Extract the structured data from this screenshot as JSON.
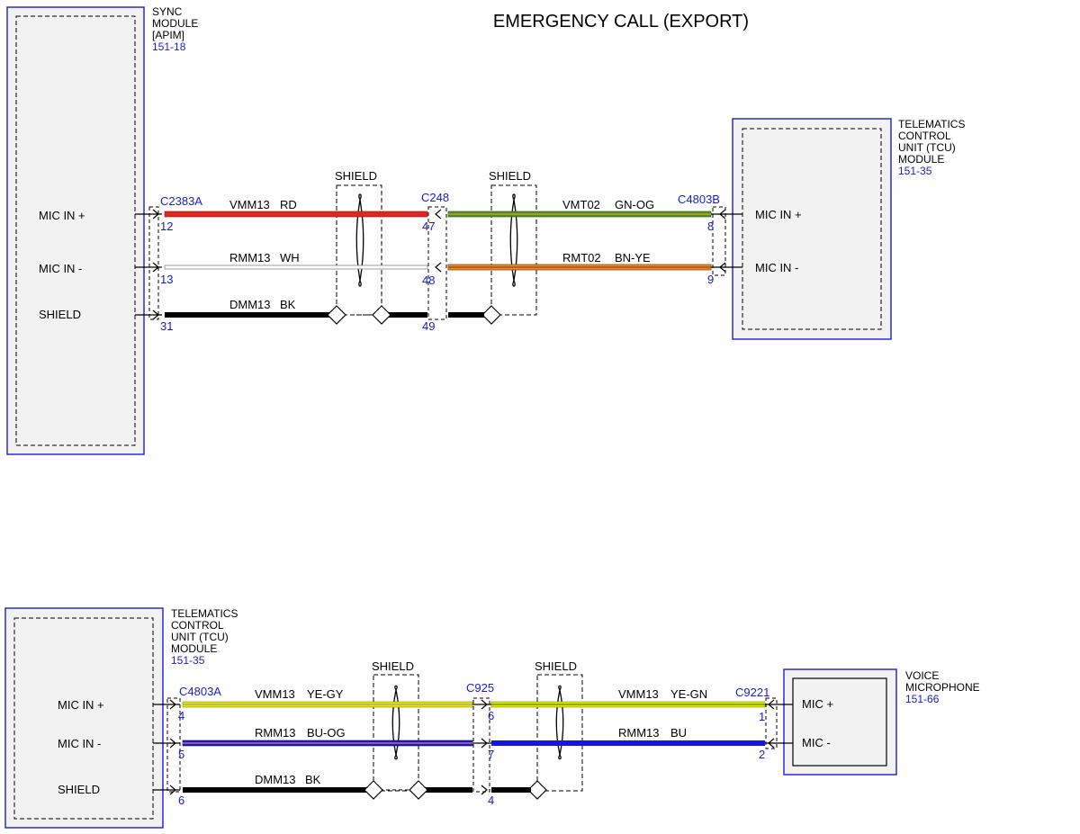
{
  "title": "EMERGENCY CALL (EXPORT)",
  "colors": {
    "module_border": "#2b2bdc",
    "module_fill": "#f2f2f2",
    "connector_text": "#1a1acc",
    "RD": "#e3261d",
    "WH": "#ffffff",
    "BK": "#000000",
    "GN": "#3f9a22",
    "OG": "#f08a1c",
    "BN": "#8b4a1c",
    "YE": "#e6e600",
    "GY": "#9e9e9e",
    "BU": "#1717e0"
  },
  "top": {
    "sync_module": {
      "name_lines": [
        "SYNC",
        "MODULE",
        "[APIM]"
      ],
      "ref": "151-18",
      "pins": [
        "MIC IN +",
        "MIC IN -",
        "SHIELD"
      ]
    },
    "tcu_module": {
      "name_lines": [
        "TELEMATICS",
        "CONTROL",
        "UNIT (TCU)",
        "MODULE"
      ],
      "ref": "151-35",
      "pins": [
        "MIC IN +",
        "MIC IN -"
      ]
    },
    "connectors": {
      "left": "C2383A",
      "middle": "C248",
      "right": "C4803B"
    },
    "shield_labels": [
      "SHIELD",
      "SHIELD"
    ],
    "wires_left": [
      {
        "circuit": "VMM13",
        "color": "RD",
        "pin_left": "12",
        "pin_right": "47"
      },
      {
        "circuit": "RMM13",
        "color": "WH",
        "pin_left": "13",
        "pin_right": "48"
      },
      {
        "circuit": "DMM13",
        "color": "BK",
        "pin_left": "31",
        "pin_right": "49"
      }
    ],
    "wires_right": [
      {
        "circuit": "VMT02",
        "color": "GN-OG",
        "pin_right": "8"
      },
      {
        "circuit": "RMT02",
        "color": "BN-YE",
        "pin_right": "9"
      }
    ]
  },
  "bottom": {
    "tcu_module": {
      "name_lines": [
        "TELEMATICS",
        "CONTROL",
        "UNIT (TCU)",
        "MODULE"
      ],
      "ref": "151-35",
      "pins": [
        "MIC IN +",
        "MIC IN -",
        "SHIELD"
      ]
    },
    "mic_module": {
      "name_lines": [
        "VOICE",
        "MICROPHONE"
      ],
      "ref": "151-66",
      "pins": [
        "MIC +",
        "MIC -"
      ]
    },
    "connectors": {
      "left": "C4803A",
      "middle": "C925",
      "right": "C9221"
    },
    "shield_labels": [
      "SHIELD",
      "SHIELD"
    ],
    "wires_left": [
      {
        "circuit": "VMM13",
        "color": "YE-GY",
        "pin_left": "4",
        "pin_right": "6"
      },
      {
        "circuit": "RMM13",
        "color": "BU-OG",
        "pin_left": "5",
        "pin_right": "7"
      },
      {
        "circuit": "DMM13",
        "color": "BK",
        "pin_left": "6",
        "pin_right": "4"
      }
    ],
    "wires_right": [
      {
        "circuit": "VMM13",
        "color": "YE-GN",
        "pin_right": "1"
      },
      {
        "circuit": "RMM13",
        "color": "BU",
        "pin_right": "2"
      }
    ]
  }
}
